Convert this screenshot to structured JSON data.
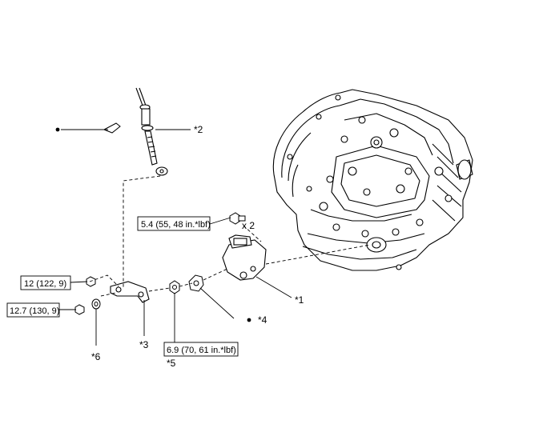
{
  "callouts": {
    "c1": "*1",
    "c2": "*2",
    "c3": "*3",
    "c4": "*4",
    "c5": "*5",
    "c6": "*6"
  },
  "torque_specs": {
    "t1": "5.4 (55, 48 in.*lbf)",
    "t2": "12 (122, 9)",
    "t3": "12.7 (130, 9)",
    "t4": "6.9 (70, 61 in.*lbf)"
  },
  "quantity": "x 2",
  "colors": {
    "line": "#000000",
    "background": "#ffffff"
  }
}
